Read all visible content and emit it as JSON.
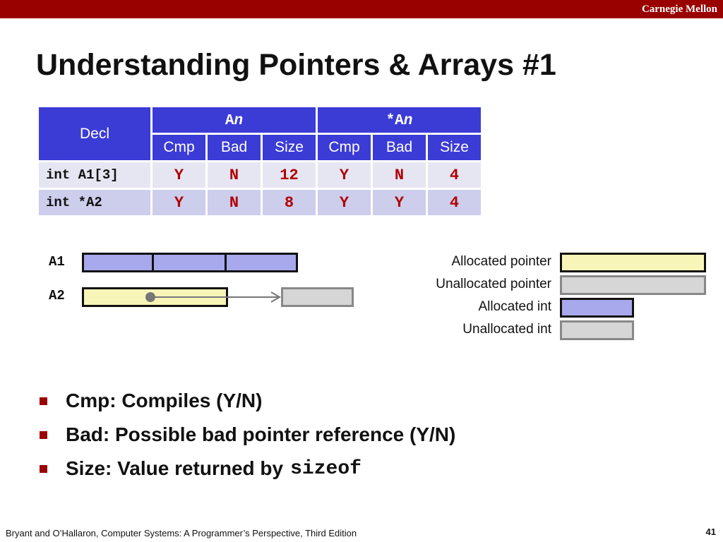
{
  "header": {
    "brand": "Carnegie Mellon",
    "title": "Understanding Pointers & Arrays #1"
  },
  "table": {
    "col_decl": "Decl",
    "group1_prefix": "A",
    "group1_italic": "n",
    "group2_prefix": "*A",
    "group2_italic": "n",
    "subheaders": [
      "Cmp",
      "Bad",
      "Size",
      "Cmp",
      "Bad",
      "Size"
    ],
    "rows": [
      {
        "decl": "int A1[3]",
        "values": [
          "Y",
          "N",
          "12",
          "Y",
          "N",
          "4"
        ]
      },
      {
        "decl": "int *A2",
        "values": [
          "Y",
          "N",
          "8",
          "Y",
          "Y",
          "4"
        ]
      }
    ]
  },
  "diagram": {
    "a1_label": "A1",
    "a2_label": "A2"
  },
  "legend": {
    "allocated_pointer": "Allocated  pointer",
    "unallocated_pointer": "Unallocated pointer",
    "allocated_int": "Allocated  int",
    "unallocated_int": "Unallocated  int"
  },
  "bullets": {
    "cmp": "Cmp: Compiles (Y/N)",
    "bad": "Bad: Possible bad pointer reference (Y/N)",
    "size_text": "Size: Value returned by",
    "size_code": "sizeof"
  },
  "footer": {
    "citation": "Bryant and O’Hallaron, Computer Systems: A Programmer’s Perspective, Third Edition",
    "page": "41"
  },
  "colors": {
    "brand": "#990000",
    "header_blue": "#3b3bd6",
    "value_red": "#b00000",
    "pointer_yellow": "#f8f5b8",
    "int_purple": "#a8a8ec",
    "unallocated_gray": "#d6d6d6"
  }
}
